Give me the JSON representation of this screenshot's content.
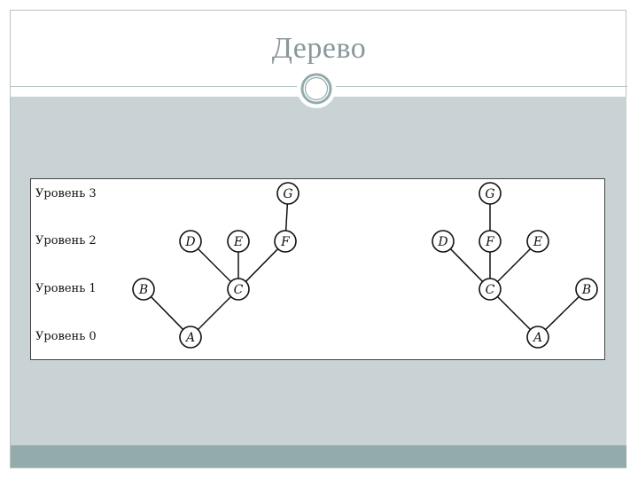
{
  "slide": {
    "title": "Дерево",
    "colors": {
      "title": "#8a979b",
      "content_band": "#c9d3d6",
      "footer_band": "#93abab",
      "frame": "#b9c2c4"
    }
  },
  "figure": {
    "levels": [
      {
        "id": "L3",
        "label": "Уровень 3"
      },
      {
        "id": "L2",
        "label": "Уровень 2"
      },
      {
        "id": "L1",
        "label": "Уровень 1"
      },
      {
        "id": "L0",
        "label": "Уровень 0"
      }
    ],
    "trees": [
      {
        "nodes": [
          {
            "id": "G",
            "label": "G"
          },
          {
            "id": "D",
            "label": "D"
          },
          {
            "id": "E",
            "label": "E"
          },
          {
            "id": "F",
            "label": "F"
          },
          {
            "id": "B",
            "label": "B"
          },
          {
            "id": "C",
            "label": "C"
          },
          {
            "id": "A",
            "label": "A"
          }
        ],
        "edges": [
          [
            "A",
            "B"
          ],
          [
            "A",
            "C"
          ],
          [
            "C",
            "D"
          ],
          [
            "C",
            "E"
          ],
          [
            "C",
            "F"
          ],
          [
            "F",
            "G"
          ]
        ]
      },
      {
        "nodes": [
          {
            "id": "G",
            "label": "G"
          },
          {
            "id": "D",
            "label": "D"
          },
          {
            "id": "F",
            "label": "F"
          },
          {
            "id": "E",
            "label": "E"
          },
          {
            "id": "C",
            "label": "C"
          },
          {
            "id": "B",
            "label": "B"
          },
          {
            "id": "A",
            "label": "A"
          }
        ],
        "edges": [
          [
            "A",
            "C"
          ],
          [
            "A",
            "B"
          ],
          [
            "C",
            "D"
          ],
          [
            "C",
            "F"
          ],
          [
            "C",
            "E"
          ],
          [
            "F",
            "G"
          ]
        ]
      }
    ]
  }
}
